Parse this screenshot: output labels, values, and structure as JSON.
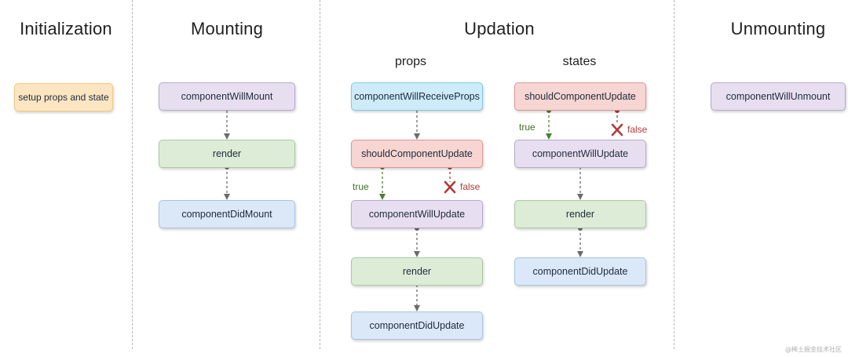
{
  "phases": {
    "initialization": "Initialization",
    "mounting": "Mounting",
    "updation": "Updation",
    "unmounting": "Unmounting"
  },
  "updation_columns": {
    "props": "props",
    "states": "states"
  },
  "nodes": {
    "setup_props_and_state": "setup props and state",
    "mount_will_mount": "componentWillMount",
    "mount_render": "render",
    "mount_did_mount": "componentDidMount",
    "props_will_receive_props": "componentWillReceiveProps",
    "props_should_update": "shouldComponentUpdate",
    "props_will_update": "componentWillUpdate",
    "props_render": "render",
    "props_did_update": "componentDidUpdate",
    "states_should_update": "shouldComponentUpdate",
    "states_will_update": "componentWillUpdate",
    "states_render": "render",
    "states_did_update": "componentDidUpdate",
    "unmount_will_unmount": "componentWillUnmount"
  },
  "conditions": {
    "true": "true",
    "false": "false"
  },
  "colors": {
    "initialization": "#fde5c2",
    "will_hooks": "#e7dff0",
    "render": "#dcecd7",
    "did_hooks": "#dbe8f8",
    "receive_props": "#cdebf9",
    "should_update": "#f6d5d2",
    "true_branch": "#3f6f2a",
    "false_branch": "#b23a3a",
    "connector": "#6b6b6b"
  },
  "watermark": "@稀土掘金技术社区"
}
